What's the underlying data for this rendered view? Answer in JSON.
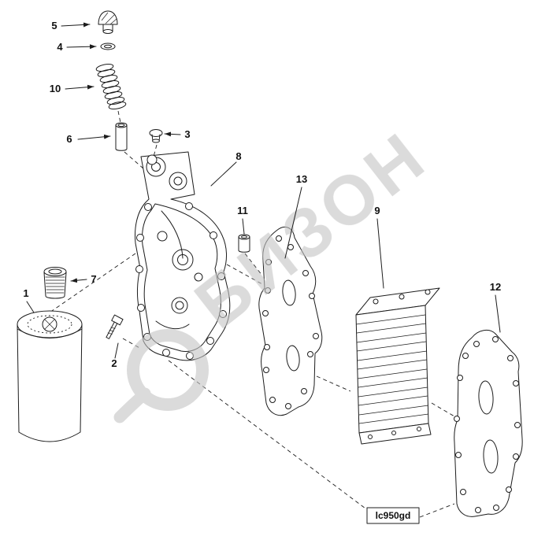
{
  "watermark": {
    "text": "БИЗОН",
    "color": "#c4c4c4"
  },
  "figure": {
    "code": "lc950gd"
  },
  "colors": {
    "line": "#1c1c1c",
    "background": "#ffffff"
  },
  "parts": {
    "p1": "1",
    "p2": "2",
    "p3": "3",
    "p4": "4",
    "p5": "5",
    "p6": "6",
    "p7": "7",
    "p8": "8",
    "p9": "9",
    "p10": "10",
    "p11": "11",
    "p12": "12",
    "p13": "13"
  }
}
